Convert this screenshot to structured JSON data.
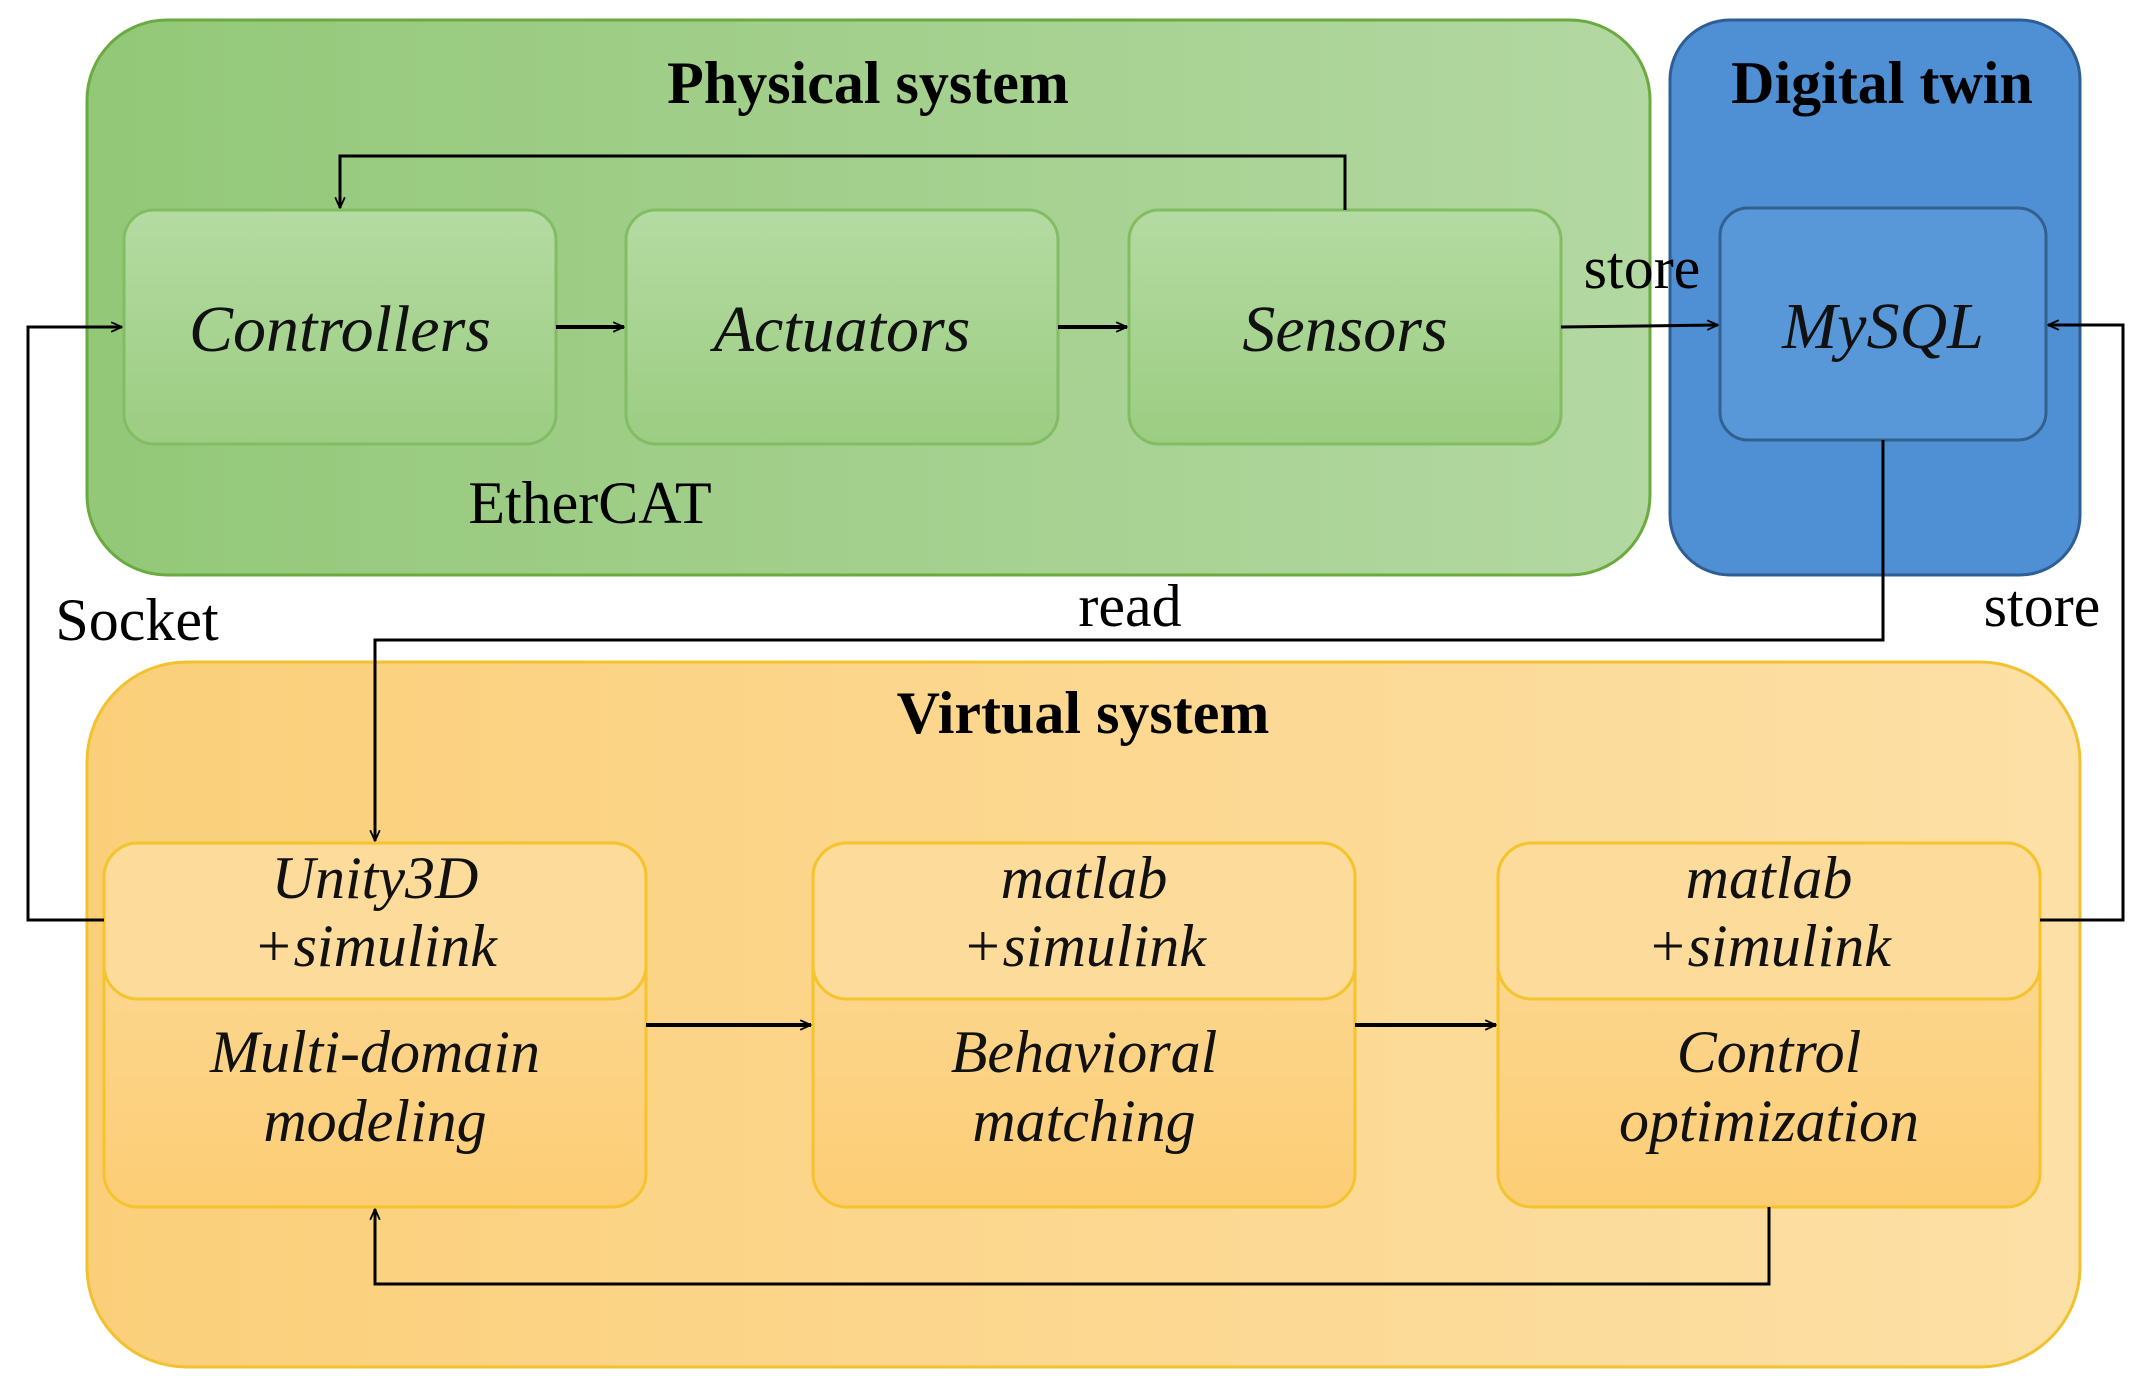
{
  "diagram": {
    "physical_system": {
      "title": "Physical  system",
      "nodes": {
        "controllers": "Controllers",
        "actuators": "Actuators",
        "sensors": "Sensors"
      },
      "bus_label": "EtherCAT"
    },
    "digital_twin": {
      "title": "Digital twin",
      "node": "MySQL"
    },
    "virtual_system": {
      "title": "Virtual  system",
      "blocks": [
        {
          "tool_line1": "Unity3D",
          "tool_line2": "+simulink",
          "task_line1": "Multi-domain",
          "task_line2": "modeling"
        },
        {
          "tool_line1": "matlab",
          "tool_line2": "+simulink",
          "task_line1": "Behavioral",
          "task_line2": "matching"
        },
        {
          "tool_line1": "matlab",
          "tool_line2": "+simulink",
          "task_line1": "Control",
          "task_line2": "optimization"
        }
      ]
    },
    "edge_labels": {
      "store_top": "store",
      "read": "read",
      "store_right": "store",
      "socket": "Socket"
    },
    "colors": {
      "physical_fill": "#9ccc82",
      "physical_border": "#6aaa3f",
      "node_green": "#a6d38f",
      "digital_fill": "#4f8fd4",
      "digital_border": "#2e5e93",
      "node_blue": "#5998d8",
      "virtual_fill": "#fcd183",
      "virtual_border": "#f2c12e",
      "node_orange": "#fcd183"
    }
  }
}
